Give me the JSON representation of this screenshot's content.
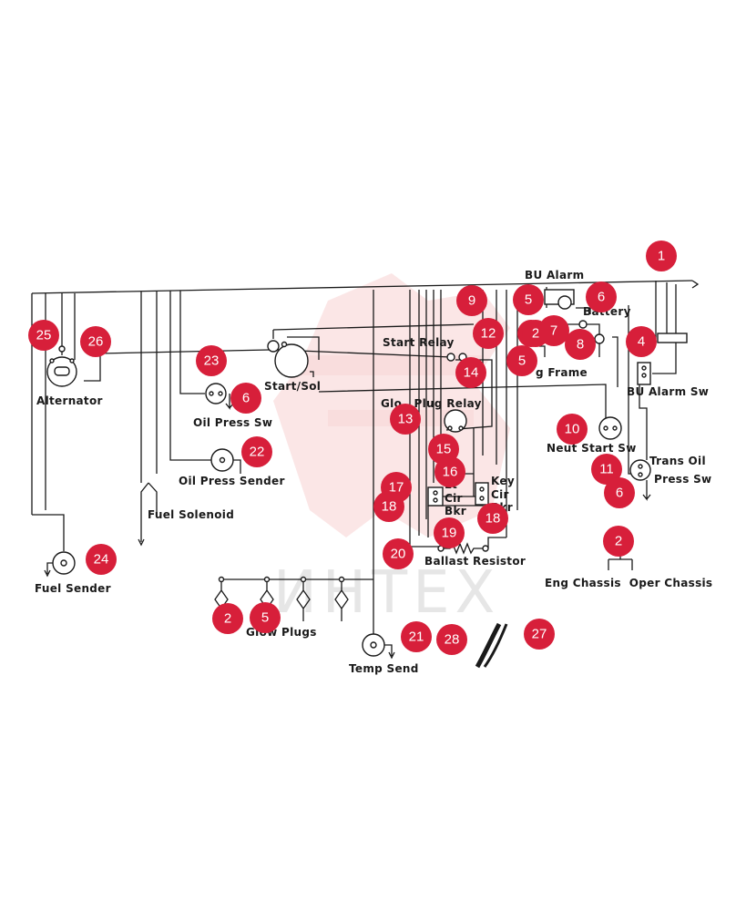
{
  "labels": {
    "bu_alarm": "BU Alarm",
    "battery": "Battery",
    "start_relay": "Start Relay",
    "frame": "g Frame",
    "start_sol": "Start/Sol",
    "alternator": "Alternator",
    "oil_press_sw": "Oil Press Sw",
    "glow_plug_relay": "Glo   Plug Relay",
    "bu_alarm_sw": "BU Alarm Sw",
    "neut_start_sw": "Neut Start Sw",
    "trans_oil": "Trans Oil",
    "press_sw": "Press Sw",
    "oil_press_sender": "Oil Press Sender",
    "fuel_solenoid": "Fuel Solenoid",
    "lt_cir_bkr_1": "Lt",
    "lt_cir_bkr_2": "Cir",
    "lt_cir_bkr_3": "Bkr",
    "key_cir_bkr_1": "Key",
    "key_cir_bkr_2": "Cir",
    "key_cir_bkr_3": "Bkr",
    "ballast_resistor": "Ballast Resistor",
    "fuel_sender": "Fuel Sender",
    "eng_chassis_oper_chassis": "Eng Chassis  Oper Chassis",
    "glow_plugs": "Glow Plugs",
    "temp_send": "Temp Send"
  },
  "watermark": "ИНТЕХ",
  "callout_color": "#d71f3a",
  "callouts": [
    "1",
    "5",
    "6",
    "9",
    "6",
    "12",
    "2",
    "7",
    "8",
    "4",
    "5",
    "25",
    "26",
    "23",
    "6",
    "14",
    "13",
    "10",
    "15",
    "11",
    "22",
    "16",
    "17",
    "18",
    "18",
    "6",
    "19",
    "2",
    "20",
    "24",
    "2",
    "5",
    "21",
    "28",
    "27"
  ]
}
